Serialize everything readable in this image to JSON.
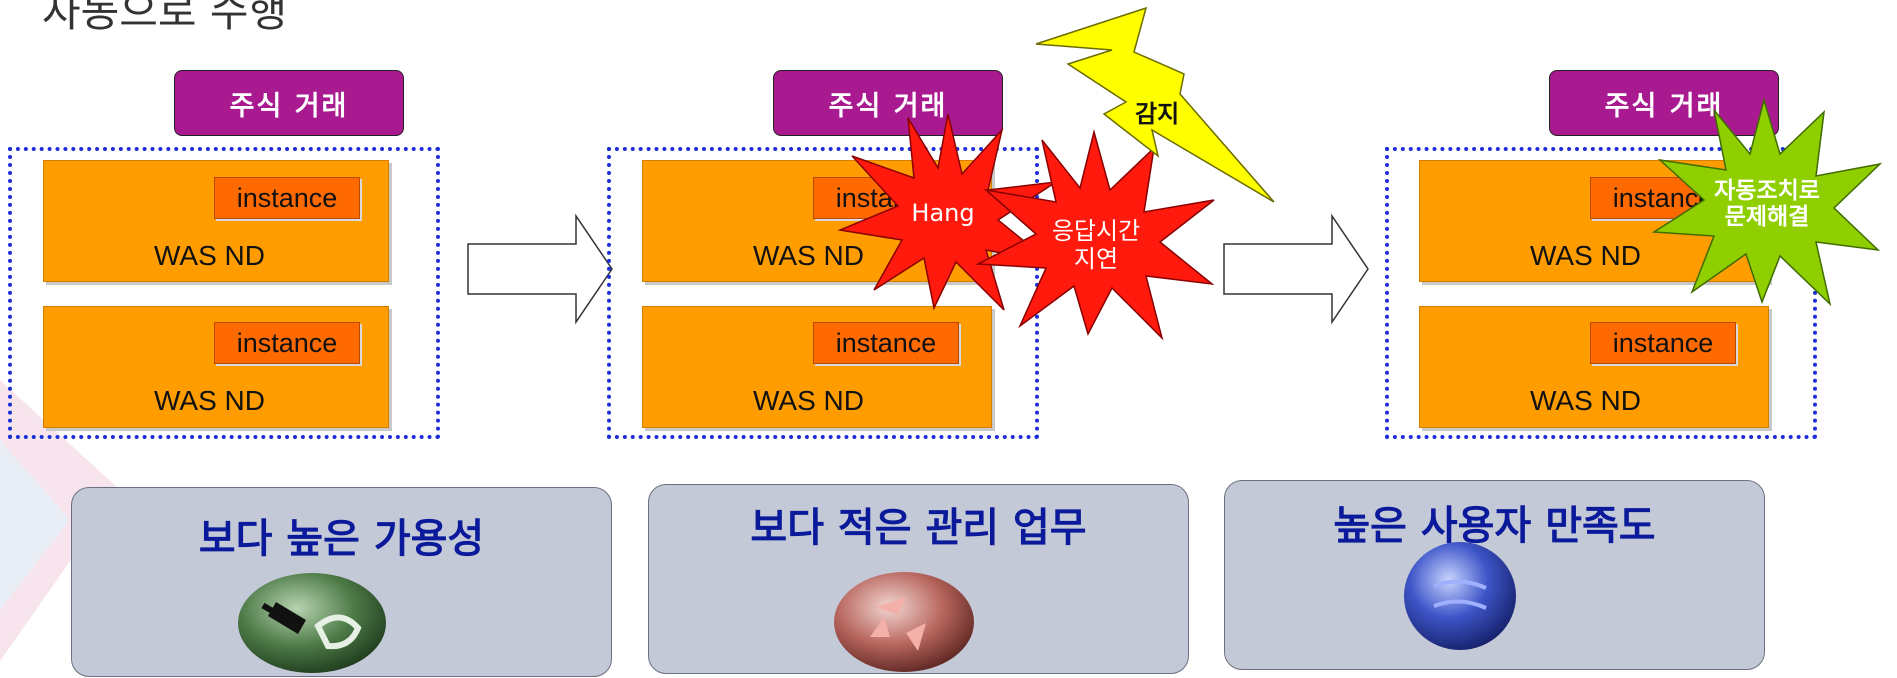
{
  "page_title": "자동으로 수행",
  "stages": [
    {
      "trade_label": "주식 거래",
      "nodes": [
        {
          "instance": "instance",
          "was": "WAS ND"
        },
        {
          "instance": "instance",
          "was": "WAS ND"
        }
      ]
    },
    {
      "trade_label": "주식 거래",
      "nodes": [
        {
          "instance": "instance",
          "was": "WAS ND"
        },
        {
          "instance": "instance",
          "was": "WAS ND"
        }
      ]
    },
    {
      "trade_label": "주식 거래",
      "nodes": [
        {
          "instance": "instance",
          "was": "WAS ND"
        },
        {
          "instance": "instance",
          "was": "WAS ND"
        }
      ]
    }
  ],
  "events": {
    "hang": "Hang",
    "slow_response": "응답시간\n지연",
    "detect": "감지",
    "auto_fix": "자동조치로\n문제해결"
  },
  "benefits": [
    {
      "title": "보다 높은 가용성",
      "icon": "plug-icon"
    },
    {
      "title": "보다 적은 관리 업무",
      "icon": "recycle-globe-icon"
    },
    {
      "title": "높은 사용자 만족도",
      "icon": "blue-globe-icon"
    }
  ],
  "colors": {
    "trade_tab": "#a9198f",
    "was_box": "#ff9d00",
    "instance_tag": "#ff6a00",
    "cluster_border": "#1c2fd6",
    "benefit_card": "#c3c9d6",
    "benefit_title": "#0a1a9a",
    "hang_burst": "#ff0000",
    "detect_bolt": "#ffff00",
    "fix_burst": "#8fcf00"
  }
}
